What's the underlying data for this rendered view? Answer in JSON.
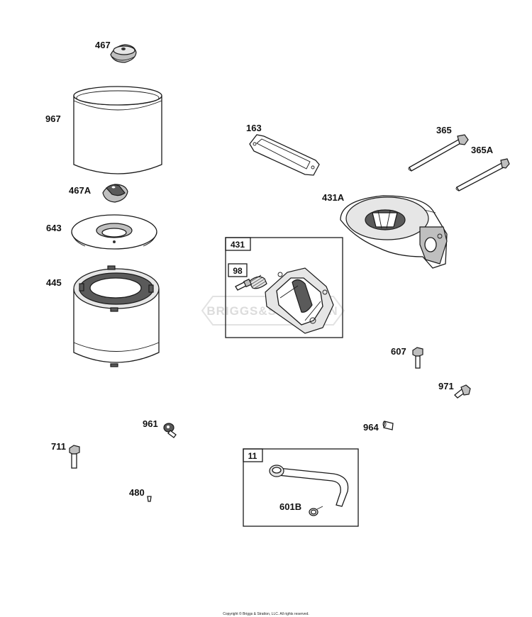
{
  "parts": [
    {
      "id": "467",
      "label": "467"
    },
    {
      "id": "967",
      "label": "967"
    },
    {
      "id": "467A",
      "label": "467A"
    },
    {
      "id": "643",
      "label": "643"
    },
    {
      "id": "445",
      "label": "445"
    },
    {
      "id": "163",
      "label": "163"
    },
    {
      "id": "365",
      "label": "365"
    },
    {
      "id": "365A",
      "label": "365A"
    },
    {
      "id": "431A",
      "label": "431A"
    },
    {
      "id": "607",
      "label": "607"
    },
    {
      "id": "971",
      "label": "971"
    },
    {
      "id": "961",
      "label": "961"
    },
    {
      "id": "964",
      "label": "964"
    },
    {
      "id": "711",
      "label": "711"
    },
    {
      "id": "480",
      "label": "480"
    },
    {
      "id": "601B",
      "label": "601B"
    }
  ],
  "kits": [
    {
      "id": "431",
      "label": "431",
      "subkit_label": "98"
    },
    {
      "id": "11",
      "label": "11"
    }
  ],
  "watermark": "BRIGGS&STRATTON",
  "copyright": "Copyright © Briggs & Stratton, LLC. All rights reserved.",
  "colors": {
    "line": "#1a1a1a",
    "fill_gray": "#bfbfbf",
    "fill_dark": "#5a5a5a",
    "watermark": "#dcdcdc"
  }
}
